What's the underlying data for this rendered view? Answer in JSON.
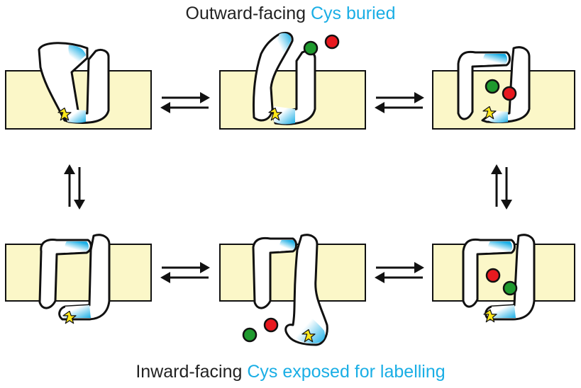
{
  "top_caption": {
    "prefix": "Outward-facing",
    "highlight": "Cys buried"
  },
  "bottom_caption": {
    "prefix": "Inward-facing",
    "highlight": "Cys exposed for labelling"
  },
  "colors": {
    "membrane": "#fbf7c8",
    "outline": "#111111",
    "cys_highlight": "#1aaee5",
    "substrate_green": "#1f9a2e",
    "substrate_red": "#e8191f",
    "star": "#ffe81a",
    "arrow": "#111111",
    "caption_text": "#222222"
  },
  "states": [
    {
      "name": "outward-open-empty"
    },
    {
      "name": "outward-open-ligands-free"
    },
    {
      "name": "outward-occluded-bound"
    },
    {
      "name": "inward-closed-empty"
    },
    {
      "name": "inward-open-ligands-released"
    },
    {
      "name": "inward-occluded-bound"
    }
  ],
  "icons": [
    "transporter-icon",
    "cysteine-star-icon",
    "substrate-icon",
    "equilibrium-arrows-icon"
  ]
}
